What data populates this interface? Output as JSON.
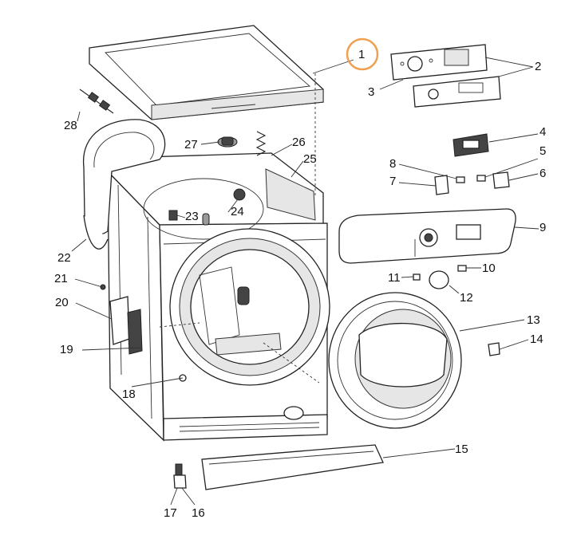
{
  "highlight_color": "#f0a050",
  "highlighted_part": "1",
  "callouts": [
    "1",
    "2",
    "3",
    "4",
    "5",
    "6",
    "7",
    "8",
    "9",
    "10",
    "11",
    "12",
    "13",
    "14",
    "15",
    "16",
    "17",
    "18",
    "19",
    "20",
    "21",
    "22",
    "23",
    "24",
    "25",
    "26",
    "27",
    "28"
  ]
}
